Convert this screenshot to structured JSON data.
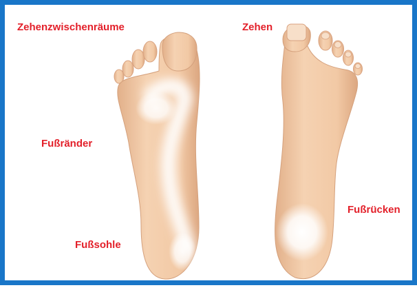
{
  "colors": {
    "frame": "#1976c8",
    "label": "#e3202a",
    "skin": "#f2c9a5",
    "skin_shadow": "#d9a27f",
    "highlight": "#ffffff",
    "nail": "#f7dfc9"
  },
  "labels": {
    "zehenzwischenraeume": "Zehenzwischenräume",
    "zehen": "Zehen",
    "fussraender": "Fußränder",
    "fussruecken": "Fußrücken",
    "fusssohle": "Fußsohle"
  }
}
